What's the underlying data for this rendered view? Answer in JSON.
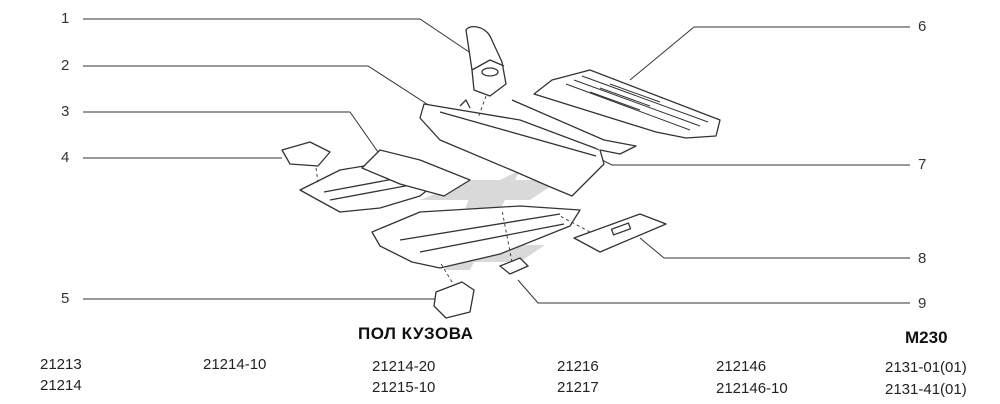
{
  "callouts": [
    "1",
    "2",
    "3",
    "4",
    "5",
    "6",
    "7",
    "8",
    "9"
  ],
  "title": "ПОЛ КУЗОВА",
  "code": "M230",
  "models": [
    [
      "21213",
      "21214"
    ],
    [
      "21214-10"
    ],
    [
      "21214-20",
      "21215-10"
    ],
    [
      "21216",
      "21217"
    ],
    [
      "212146",
      "212146-10"
    ],
    [
      "2131-01(01)",
      "2131-41(01)"
    ]
  ],
  "colors": {
    "line": "#333333",
    "watermark": "#c8c8c8"
  }
}
